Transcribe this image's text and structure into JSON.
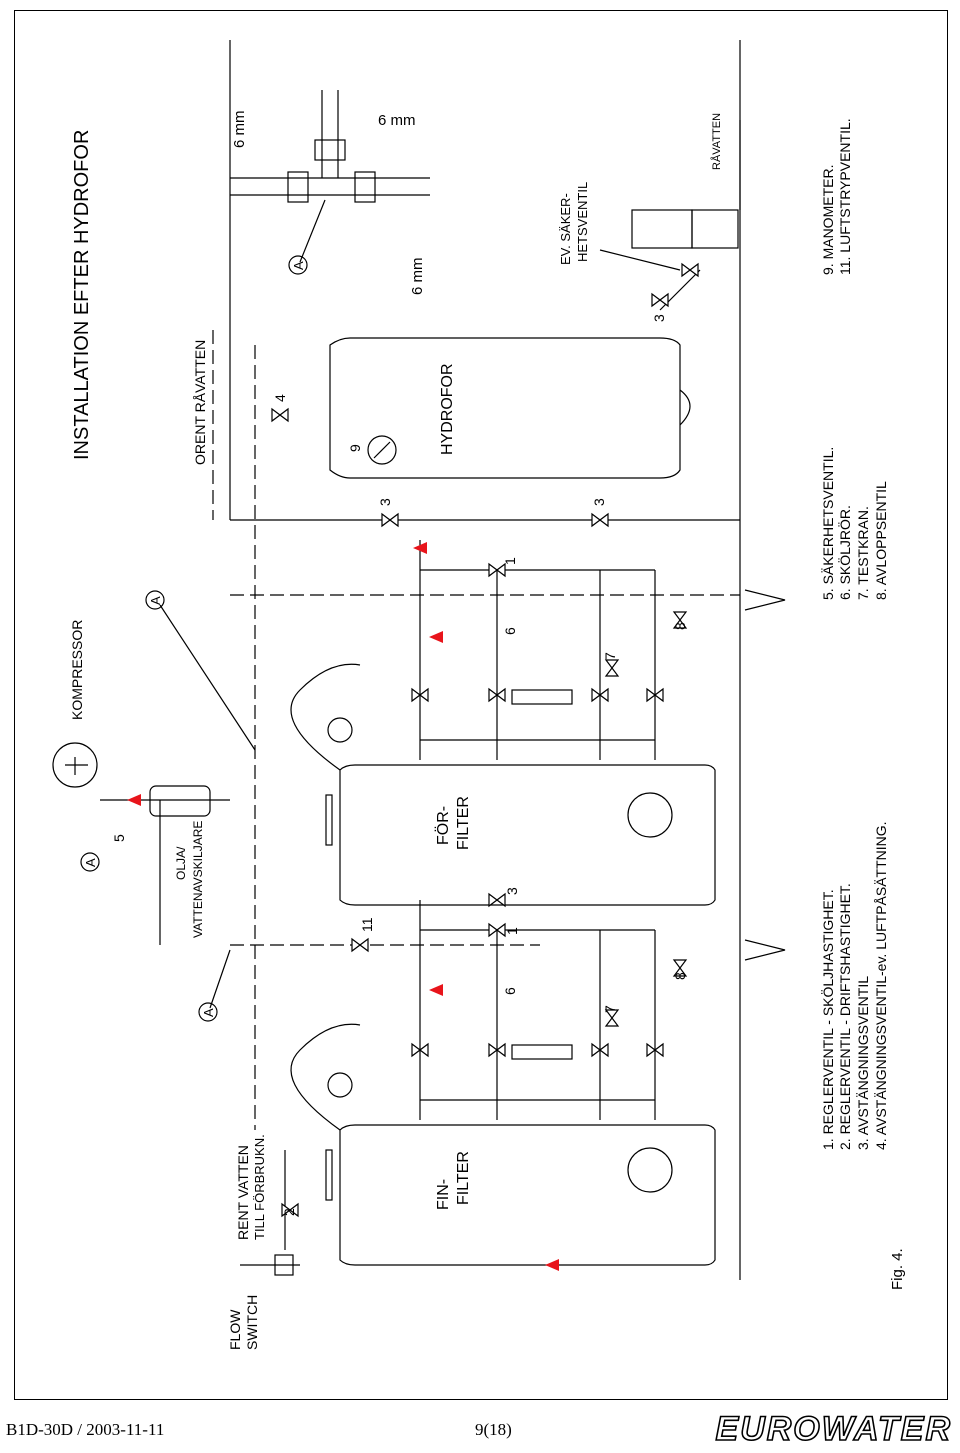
{
  "title": "INSTALLATION EFTER HYDROFOR",
  "figure_label": "Fig. 4.",
  "components": {
    "kompressor": "KOMPRESSOR",
    "orent_ravatten": "ORENT RÅVATTEN",
    "olja_l1": "OLJA/",
    "olja_l2": "VATTENAVSKILJARE",
    "hydrofor": "HYDROFOR",
    "ev_l1": "EV. SÄKER-",
    "ev_l2": "HETSVENTIL",
    "ravatten": "RÅVATTEN",
    "for_l1": "FÖR-",
    "for_l2": "FILTER",
    "fin_l1": "FIN-",
    "fin_l2": "FILTER",
    "rent_l1": "RENT VATTEN",
    "rent_l2": "TILL FÖRBRUKN.",
    "flow_l1": "FLOW",
    "flow_l2": "SWITCH",
    "detail_a": "A",
    "mm_top": "6 mm",
    "mm_right": "6 mm",
    "mm_bottom": "6 mm"
  },
  "callouts": {
    "a": "A",
    "n1": "1",
    "n2": "2",
    "n3": "3",
    "n4": "4",
    "n5": "5",
    "n6": "6",
    "n7": "7",
    "n8": "8",
    "n9": "9",
    "n11": "11"
  },
  "legend_left": [
    "1. REGLERVENTIL - SKÖLJHASTIGHET.",
    "2. REGLERVENTIL - DRIFTSHASTIGHET.",
    "3. AVSTÄNGNINGSVENTIL",
    "4. AVSTÄNGNINGSVENTIL-ev. LUFTPÅSÄTTNING."
  ],
  "legend_mid": [
    "5. SÄKERHETSVENTIL.",
    "6. SKÖLJRÖR.",
    "7. TESTKRAN.",
    "8. AVLOPPSENTIL"
  ],
  "legend_right": [
    "9. MANOMETER.",
    "11. LUFTSTRYPVENTIL."
  ],
  "footer": {
    "doc_id": "B1D-30D / 2003-11-11",
    "page": "9(18)",
    "logo": "EUROWATER"
  },
  "colors": {
    "valve_marker": "#e8141b",
    "line": "#000000"
  }
}
